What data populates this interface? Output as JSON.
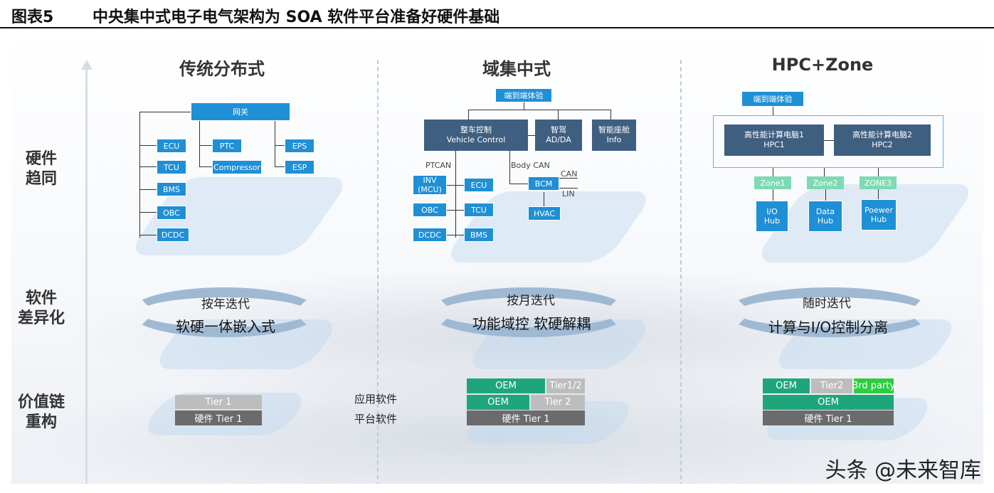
{
  "header": {
    "figure_label": "图表5",
    "title": "中央集中式电子电气架构为 SOA 软件平台准备好硬件基础"
  },
  "rows": {
    "hardware": [
      "硬件",
      "趋同"
    ],
    "software": [
      "软件",
      "差异化"
    ],
    "value": [
      "价值链",
      "重构"
    ]
  },
  "columns": {
    "col1": {
      "title": "传统分布式",
      "gateway": "网关",
      "left_boxes": [
        "ECU",
        "TCU",
        "BMS",
        "OBC",
        "DCDC"
      ],
      "mid_boxes": [
        "PTC",
        "Compressor"
      ],
      "right_boxes": [
        "EPS",
        "ESP"
      ],
      "iter_small": "按年迭代",
      "iter_big": "软硬一体嵌入式",
      "value_top": "Tier 1",
      "value_bottom": "硬件 Tier 1"
    },
    "col2": {
      "title": "域集中式",
      "e2e": "端到端体验",
      "vc_line1": "整车控制",
      "vc_line2": "Vehicle Control",
      "adas_line1": "智驾",
      "adas_line2": "AD/DA",
      "info_line1": "智能座舱",
      "info_line2": "Info",
      "ptcan": "PTCAN",
      "bodycan": "Body CAN",
      "can": "CAN",
      "lin": "LIN",
      "inv_line1": "INV",
      "inv_line2": "(MCU)",
      "ecu": "ECU",
      "obc": "OBC",
      "tcu": "TCU",
      "dcdc": "DCDC",
      "bms": "BMS",
      "bcm": "BCM",
      "hvac": "HVAC",
      "iter_small": "按月迭代",
      "iter_big": "功能域控 软硬解耦",
      "app_label": "应用软件",
      "platform_label": "平台软件",
      "oem1": "OEM",
      "tier12": "Tier1/2",
      "oem2": "OEM",
      "tier2": "Tier 2",
      "hw_tier1": "硬件 Tier 1"
    },
    "col3": {
      "title": "HPC+Zone",
      "e2e": "端到端体验",
      "hpc1_line1": "高性能计算电脑1",
      "hpc1_line2": "HPC1",
      "hpc2_line1": "高性能计算电脑2",
      "hpc2_line2": "HPC2",
      "zones": [
        "Zone1",
        "Zone2",
        "ZONE3"
      ],
      "hub1_line1": "I/O",
      "hub1_line2": "Hub",
      "hub2_line1": "Data",
      "hub2_line2": "Hub",
      "hub3_line1": "Poewer",
      "hub3_line2": "Hub",
      "iter_small": "随时迭代",
      "iter_big": "计算与I/O控制分离",
      "oem1": "OEM",
      "tier2": "Tier2",
      "third_party": "3rd party",
      "oem2": "OEM",
      "hw_tier1": "硬件 Tier 1"
    }
  },
  "watermark": "头条 @未来智库",
  "colors": {
    "box_blue": "#1f8fd6",
    "box_dark": "#3f5f80",
    "zone_green": "#7ddab4",
    "oem_green": "#1ea67a",
    "third_party_green": "#2ecc40",
    "tier_gray": "#bdbdbd",
    "hw_dark": "#6b6b6b"
  }
}
